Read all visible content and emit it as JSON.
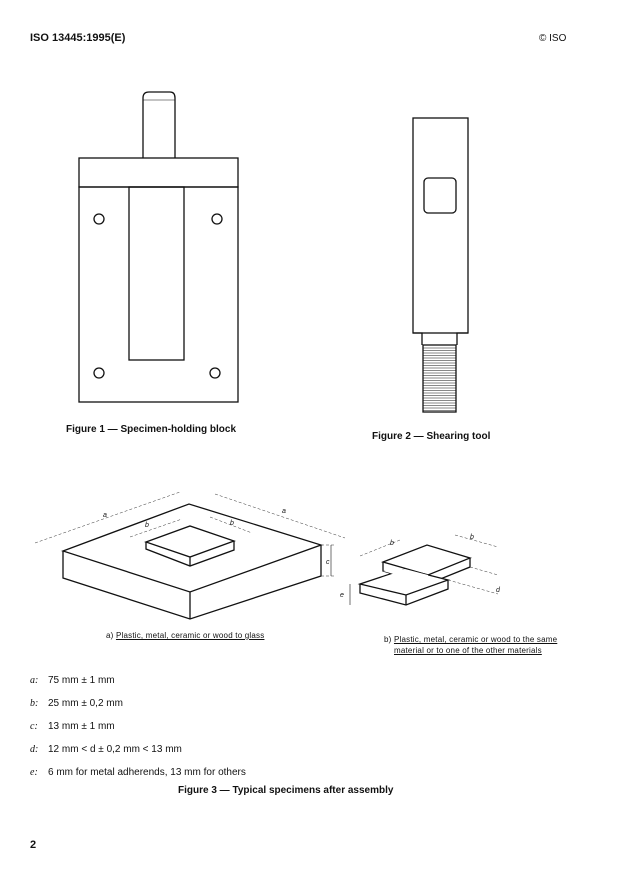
{
  "header": {
    "doc_id": "ISO 13445:1995(E)",
    "copyright": "© ISO"
  },
  "figure1": {
    "caption": "Figure 1 — Specimen-holding block"
  },
  "figure2": {
    "caption": "Figure 2 — Shearing tool"
  },
  "figure3": {
    "caption": "Figure 3 — Typical specimens after assembly",
    "sub_a_prefix": "a)",
    "sub_a": "Plastic, metal, ceramic or wood to glass",
    "sub_b_prefix": "b)",
    "sub_b_line1": "Plastic, metal, ceramic or wood to the same",
    "sub_b_line2": "material or to one of the other materials",
    "dim_labels": {
      "a": "a",
      "b": "b",
      "c": "c",
      "d": "d",
      "e": "e"
    }
  },
  "legend": [
    {
      "key": "a:",
      "text": "75 mm ± 1 mm"
    },
    {
      "key": "b:",
      "text": "25 mm ± 0,2 mm"
    },
    {
      "key": "c:",
      "text": "13 mm ± 1 mm"
    },
    {
      "key": "d:",
      "text": "12 mm < d ± 0,2 mm < 13 mm"
    },
    {
      "key": "e:",
      "text": "6 mm for metal adherends, 13 mm for others"
    }
  ],
  "page_number": "2"
}
